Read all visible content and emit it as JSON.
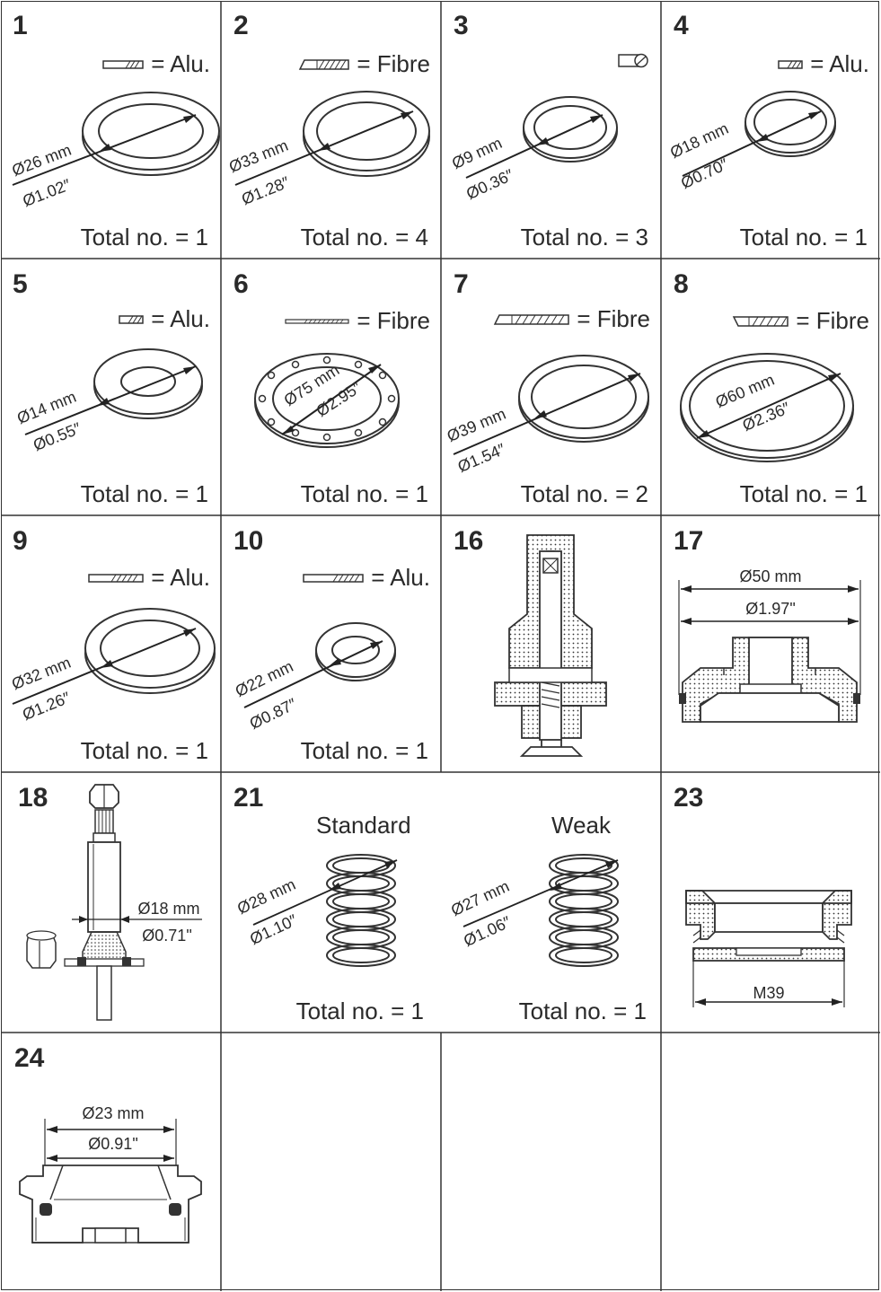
{
  "cells": [
    {
      "num": "1",
      "material": "= Alu.",
      "dia_mm": "Ø26 mm",
      "dia_in": "Ø1.02″",
      "total": "Total no. = 1"
    },
    {
      "num": "2",
      "material": "= Fibre",
      "dia_mm": "Ø33 mm",
      "dia_in": "Ø1.28″",
      "total": "Total no. = 4"
    },
    {
      "num": "3",
      "material": "",
      "dia_mm": "Ø9 mm",
      "dia_in": "Ø0.36″",
      "total": "Total no. = 3"
    },
    {
      "num": "4",
      "material": "= Alu.",
      "dia_mm": "Ø18 mm",
      "dia_in": "Ø0.70″",
      "total": "Total no. = 1"
    },
    {
      "num": "5",
      "material": "= Alu.",
      "dia_mm": "Ø14 mm",
      "dia_in": "Ø0.55″",
      "total": "Total no. = 1"
    },
    {
      "num": "6",
      "material": "= Fibre",
      "dia_mm": "Ø75 mm",
      "dia_in": "Ø2.95″",
      "total": "Total no. = 1"
    },
    {
      "num": "7",
      "material": "= Fibre",
      "dia_mm": "Ø39 mm",
      "dia_in": "Ø1.54″",
      "total": "Total no. = 2"
    },
    {
      "num": "8",
      "material": "= Fibre",
      "dia_mm": "Ø60 mm",
      "dia_in": "Ø2.36″",
      "total": "Total no. = 1"
    },
    {
      "num": "9",
      "material": "= Alu.",
      "dia_mm": "Ø32 mm",
      "dia_in": "Ø1.26″",
      "total": "Total no. = 1"
    },
    {
      "num": "10",
      "material": "= Alu.",
      "dia_mm": "Ø22 mm",
      "dia_in": "Ø0.87″",
      "total": "Total no. = 1"
    },
    {
      "num": "16"
    },
    {
      "num": "17",
      "dia_mm": "Ø50 mm",
      "dia_in": "Ø1.97\""
    },
    {
      "num": "18",
      "dia_mm": "Ø18 mm",
      "dia_in": "Ø0.71\""
    },
    {
      "num": "21",
      "std_label": "Standard",
      "weak_label": "Weak",
      "std_dia_mm": "Ø28 mm",
      "std_dia_in": "Ø1.10″",
      "std_total": "Total no. = 1",
      "weak_dia_mm": "Ø27 mm",
      "weak_dia_in": "Ø1.06″",
      "weak_total": "Total no. = 1"
    },
    {
      "num": "23",
      "thread": "M39"
    },
    {
      "num": "24",
      "dia_mm": "Ø23 mm",
      "dia_in": "Ø0.91\""
    }
  ]
}
